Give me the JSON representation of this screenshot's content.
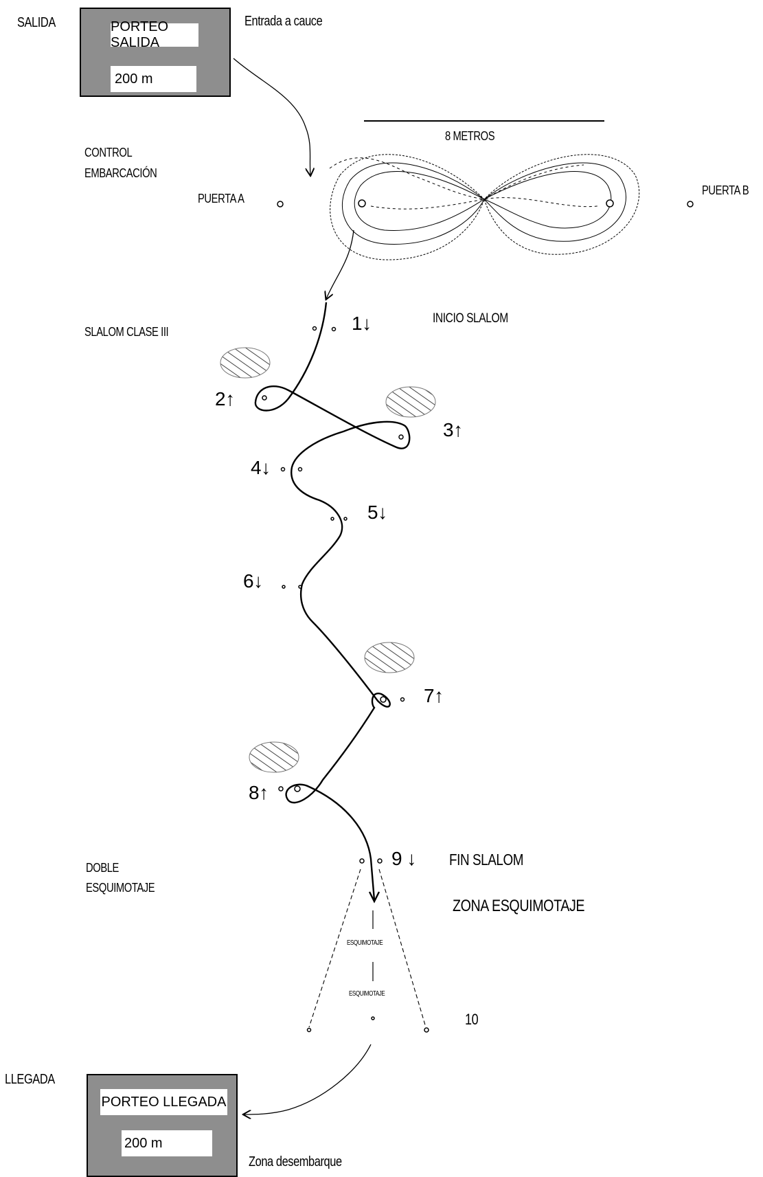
{
  "start": {
    "label": "SALIDA",
    "box_title": "PORTEO SALIDA",
    "box_distance": "200 m",
    "entry_label": "Entrada a cauce"
  },
  "control": {
    "label_line1": "CONTROL",
    "label_line2": "EMBARCACIÓN",
    "scale_label": "8 METROS",
    "gate_a": "PUERTA A",
    "gate_b": "PUERTA B",
    "buoy_symbol": "o"
  },
  "slalom": {
    "section_label": "SLALOM CLASE III",
    "start_label": "INICIO SLALOM",
    "end_label": "FIN SLALOM",
    "gates": [
      {
        "number": "1",
        "arrow": "↓"
      },
      {
        "number": "2",
        "arrow": "↑"
      },
      {
        "number": "3",
        "arrow": "↑"
      },
      {
        "number": "4",
        "arrow": "↓"
      },
      {
        "number": "5",
        "arrow": "↓"
      },
      {
        "number": "6",
        "arrow": "↓"
      },
      {
        "number": "7",
        "arrow": "↑"
      },
      {
        "number": "8",
        "arrow": "↑"
      },
      {
        "number": "9",
        "arrow": "↓"
      }
    ]
  },
  "eskimo": {
    "section_line1": "DOBLE",
    "section_line2": "ESQUIMOTAJE",
    "zone_label": "ZONA ESQUIMOTAJE",
    "roll_1": "ESQUIMOTAJE",
    "roll_2": "ESQUIMOTAJE",
    "gate_10": "10"
  },
  "finish": {
    "label": "LLEGADA",
    "box_title": "PORTEO LLEGADA",
    "box_distance": "200 m",
    "exit_label": "Zona desembarque"
  }
}
